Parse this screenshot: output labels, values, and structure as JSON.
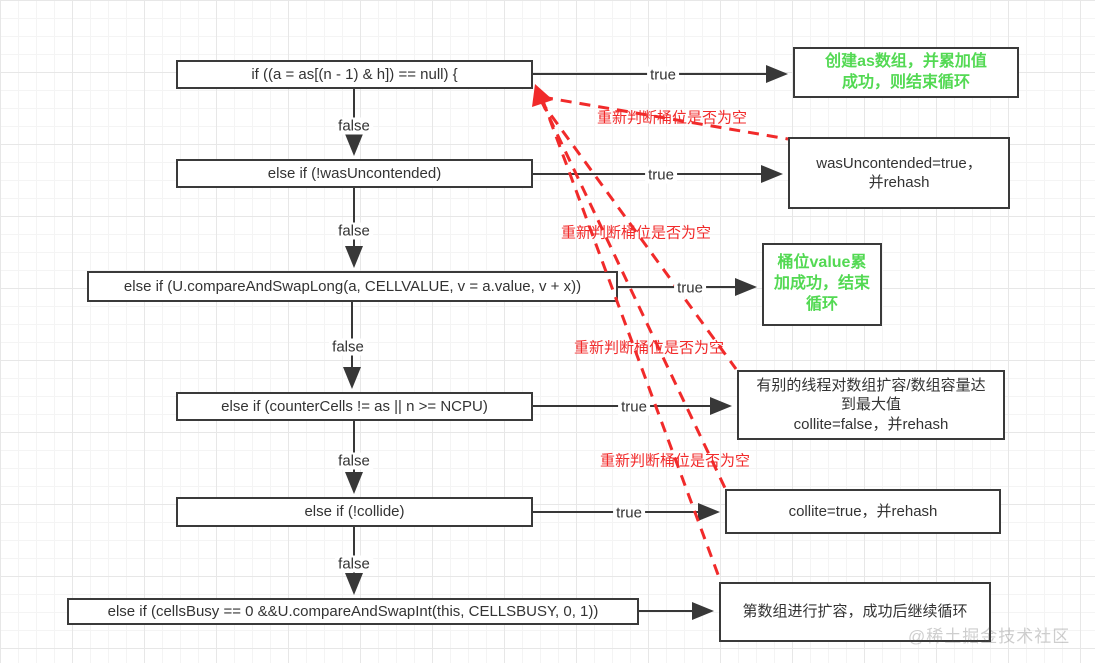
{
  "edges": {
    "true_label": "true",
    "false_label": "false"
  },
  "loop": {
    "label": "重新判断桶位是否为空"
  },
  "conditions": [
    {
      "label": "if ((a = as[(n - 1) & h]) == null) {"
    },
    {
      "label": "else if (!wasUncontended)"
    },
    {
      "label": "else if (U.compareAndSwapLong(a, CELLVALUE, v = a.value, v + x))"
    },
    {
      "label": "else if (counterCells != as || n >= NCPU)"
    },
    {
      "label": "else if (!collide)"
    },
    {
      "label": "else if (cellsBusy == 0 &&U.compareAndSwapInt(this, CELLSBUSY, 0, 1))"
    }
  ],
  "results": [
    {
      "text": "创建as数组，并累加值\n成功，则结束循环"
    },
    {
      "text": "wasUncontended=true，\n并rehash"
    },
    {
      "text": "桶位value累\n加成功，结束\n循环"
    },
    {
      "text": "有别的线程对数组扩容/数组容量达\n到最大值\ncollite=false，并rehash"
    },
    {
      "text": "collite=true，并rehash"
    },
    {
      "text": "第数组进行扩容，成功后继续循环"
    }
  ],
  "watermark": "@稀土掘金技术社区",
  "colors": {
    "box_border": "#3a3a3a",
    "arrow_black": "#383838",
    "loop_red": "#f12a2a",
    "success_green": "#53d953"
  }
}
